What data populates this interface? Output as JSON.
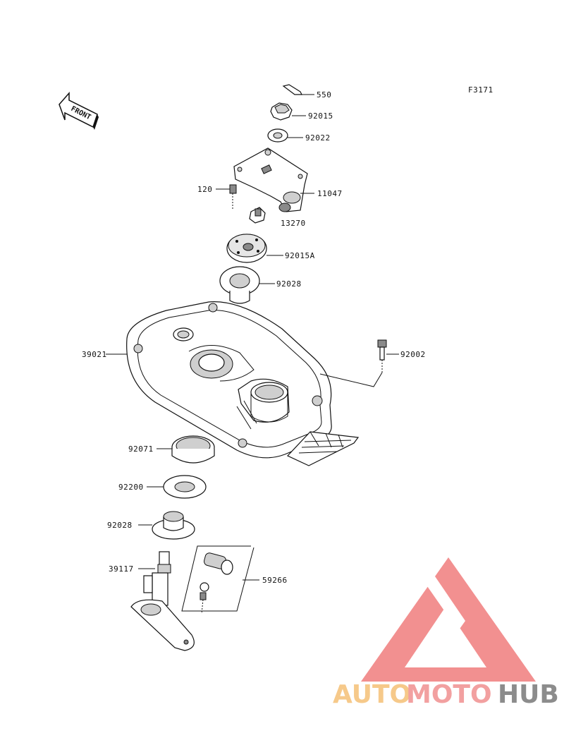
{
  "figure_code": "F3171",
  "front_arrow_text": "FRONT",
  "labels": {
    "l550": "550",
    "l92015": "92015",
    "l92022": "92022",
    "l120": "120",
    "l11047": "11047",
    "l13270": "13270",
    "l92015A": "92015A",
    "l92028a": "92028",
    "l39021": "39021",
    "l92002": "92002",
    "l92071": "92071",
    "l92200": "92200",
    "l92028b": "92028",
    "l39117": "39117",
    "l59266": "59266"
  },
  "watermark": {
    "auto": "AUTO",
    "moto": "MOTO",
    "hub": "HUB",
    "auto_color": "#f6c98a",
    "moto_color": "#f2a0a0",
    "hub_color": "#8c8c8c",
    "logo_color": "#ee6b6b"
  }
}
